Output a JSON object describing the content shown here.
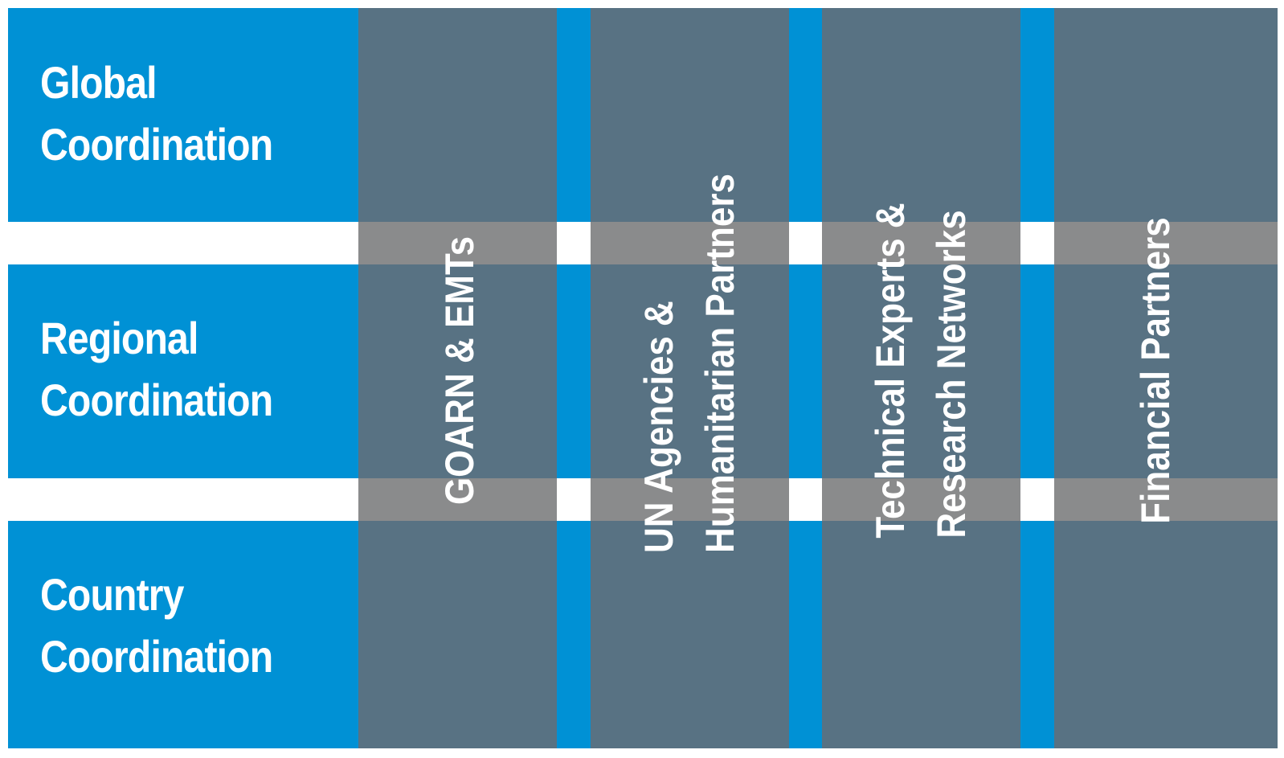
{
  "colors": {
    "tier_blue": "#0091d5",
    "column_slate": "#587283",
    "overlap_gray": "#8a8b8c",
    "background": "#ffffff",
    "text": "#ffffff"
  },
  "tiers": [
    {
      "line1": "Global",
      "line2": "Coordination"
    },
    {
      "line1": "Regional",
      "line2": "Coordination"
    },
    {
      "line1": "Country",
      "line2": "Coordination"
    }
  ],
  "columns": [
    {
      "line1": "GOARN & EMTs",
      "line2": ""
    },
    {
      "line1": "UN Agencies &",
      "line2": "Humanitarian Partners"
    },
    {
      "line1": "Technical Experts &",
      "line2": "Research Networks"
    },
    {
      "line1": "Financial Partners",
      "line2": ""
    }
  ]
}
